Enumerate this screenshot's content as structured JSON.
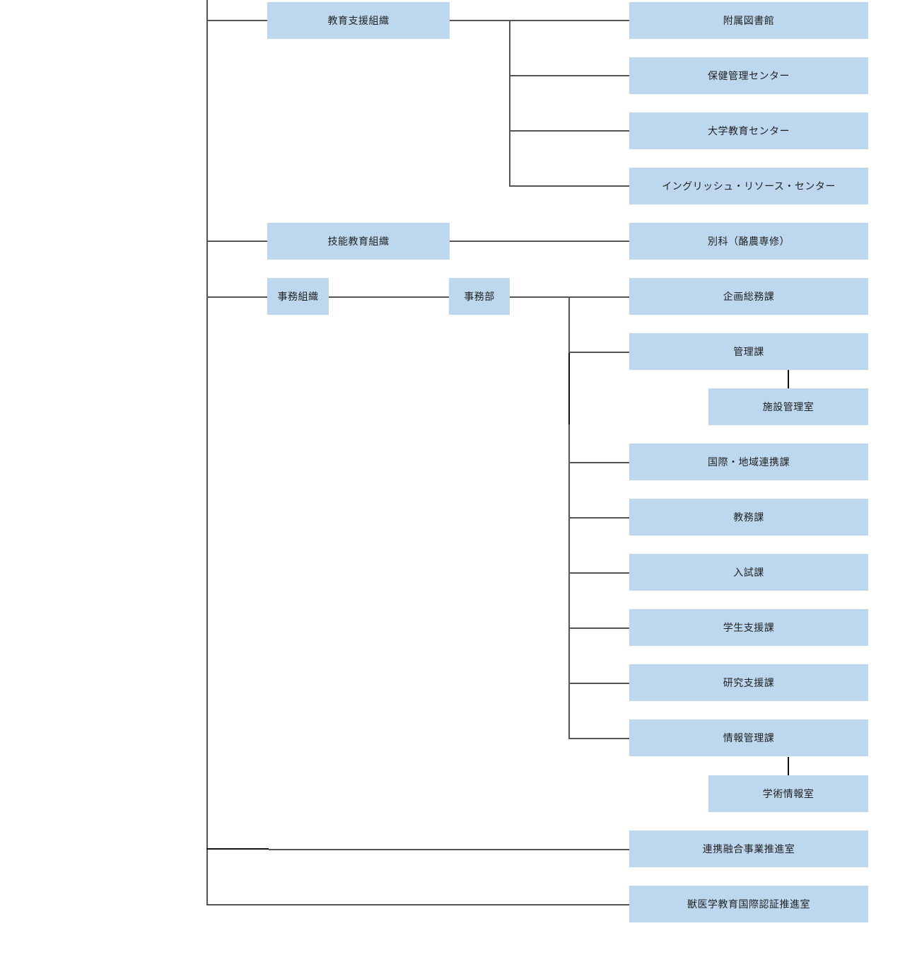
{
  "nodes": {
    "education_support_org": "教育支援組織",
    "attached_library": "附属図書館",
    "health_center": "保健管理センター",
    "university_education_center": "大学教育センター",
    "english_resource_center": "イングリッシュ・リソース・センター",
    "skills_education_org": "技能教育組織",
    "dairy_special_course": "別科（酪農専修）",
    "administrative_org": "事務組織",
    "administration_bureau": "事務部",
    "planning_general_affairs": "企画総務課",
    "management_division": "管理課",
    "facilities_management_office": "施設管理室",
    "international_regional_cooperation": "国際・地域連携課",
    "academic_affairs": "教務課",
    "admissions": "入試課",
    "student_support": "学生支援課",
    "research_support": "研究支援課",
    "information_management": "情報管理課",
    "academic_information_office": "学術情報室",
    "collaboration_fusion_office": "連携融合事業推進室",
    "vet_education_accreditation_office": "獣医学教育国際認証推進室"
  },
  "colors": {
    "box_fill": "#bdd7ee",
    "line": "#555555",
    "line_dark": "#111111",
    "text": "#222222"
  }
}
